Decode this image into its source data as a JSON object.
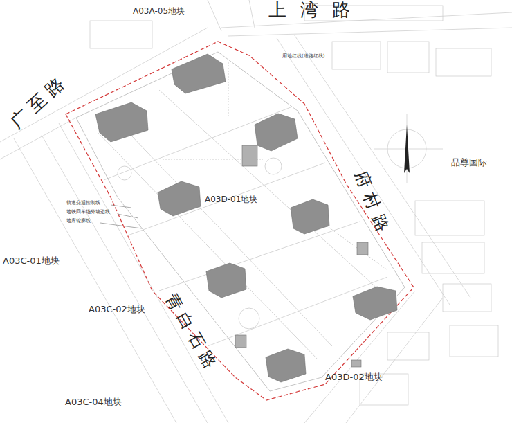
{
  "diagram": {
    "labels": [
      "A03A-05地块",
      "上湾路",
      "广至路",
      "A03D-01地块",
      "府村路",
      "品尊国际",
      "A03C-01地块",
      "A03C-02地块",
      "青白石路",
      "A03D-02地块",
      "A03C-04地块",
      "用地红线(道路红线)",
      "轨道交通控制线",
      "地铁回车场外墙边线",
      "地库轮廓线"
    ]
  }
}
